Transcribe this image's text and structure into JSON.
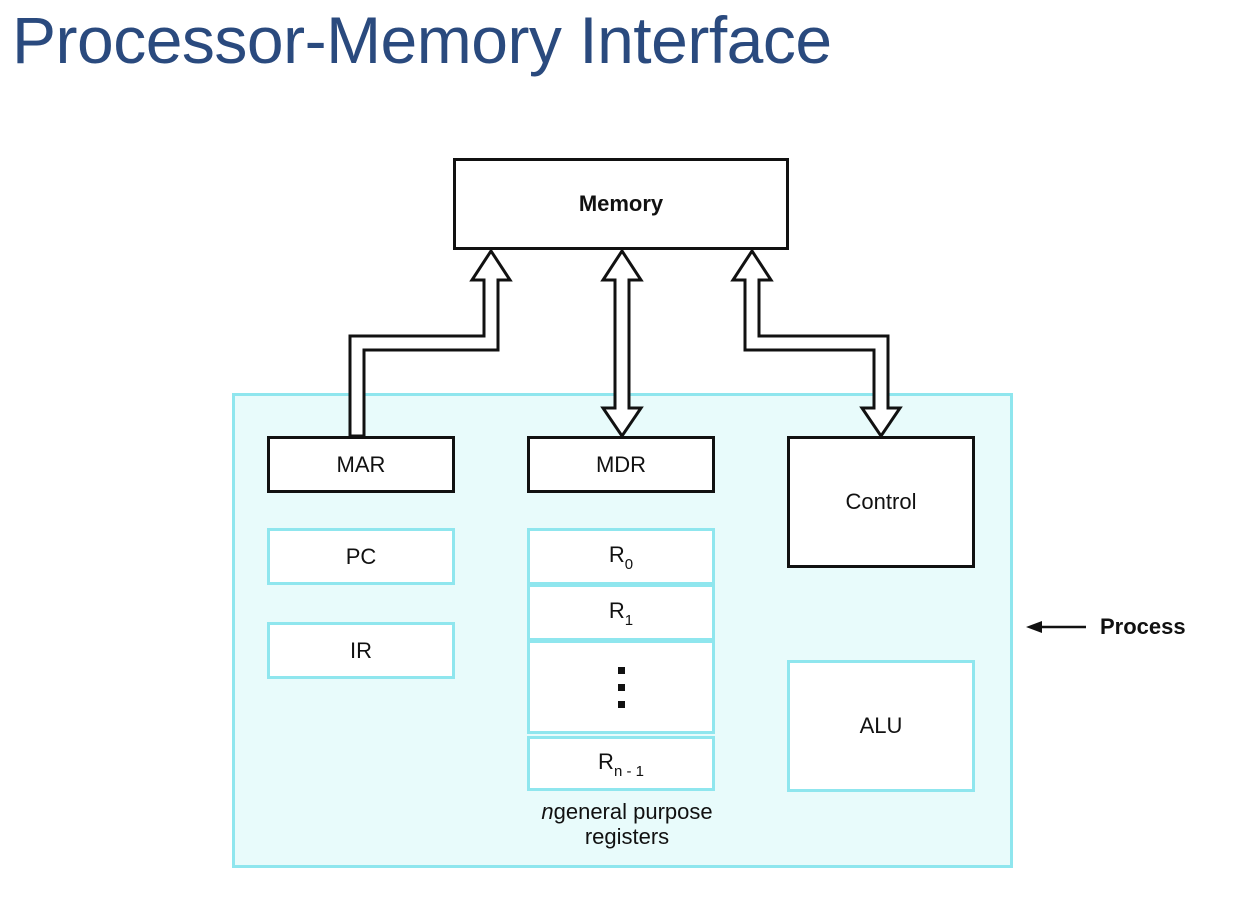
{
  "title": "Processor-Memory Interface",
  "memory": {
    "label": "Memory"
  },
  "processor": {
    "label": "Process",
    "mar": "MAR",
    "mdr": "MDR",
    "control": "Control",
    "pc": "PC",
    "ir": "IR",
    "alu": "ALU",
    "registers": {
      "r0_base": "R",
      "r0_sub": "0",
      "r1_base": "R",
      "r1_sub": "1",
      "rn_base": "R",
      "rn_sub": "n - 1",
      "caption_italic": "n",
      "caption_rest": "general purpose",
      "caption_line2": "registers"
    }
  },
  "colors": {
    "title": "#2a4a7e",
    "processor_border": "#8fe6ee",
    "processor_fill": "#e8fbfb"
  }
}
